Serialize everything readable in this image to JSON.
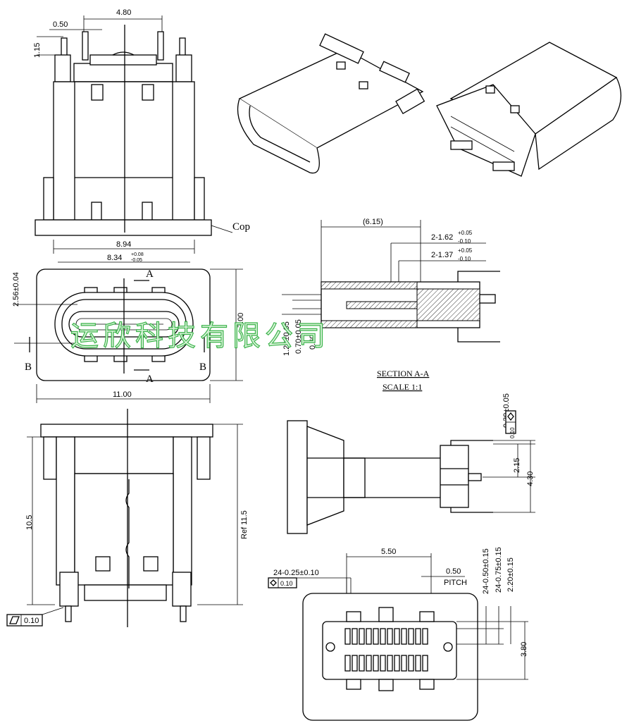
{
  "top_view": {
    "dim_width_top": "4.80",
    "dim_pitch_top": "0.50",
    "dim_height_top": "1.15",
    "cop_label": "Cop",
    "dim_width_bottom": "8.94",
    "dim_width_inner": "8.34",
    "dim_width_inner_tol_plus": "+0.08",
    "dim_width_inner_tol_minus": "-0.05"
  },
  "front_view": {
    "dim_height_left": "2.56±0.04",
    "dim_height_right": "7.00",
    "dim_width": "11.00",
    "section_a": "A",
    "section_b": "B"
  },
  "side_view": {
    "dim_left": "10.5",
    "dim_right": "Ref 11.5",
    "flatness": "0.10"
  },
  "section_view": {
    "dim_depth": "(6.15)",
    "dim_a": "2-1.62",
    "dim_a_tol_plus": "+0.05",
    "dim_a_tol_minus": "-0.10",
    "dim_b": "2-1.37",
    "dim_b_tol_plus": "+0.05",
    "dim_b_tol_minus": "-0.10",
    "dim_v1": "1.20±0.05",
    "dim_v2": "0.70±0.05",
    "dim_v3": "0.60",
    "title": "SECTION A-A",
    "scale": "SCALE 1:1"
  },
  "profile_view": {
    "dim_tol": "0.30±0.05",
    "tol_frame": "0.10",
    "dim_mid": "2.15",
    "dim_total": "4.30"
  },
  "footprint_view": {
    "dim_span": "5.50",
    "dim_pads": "24-0.25±0.10",
    "tol_frame": "0.10",
    "pitch_value": "0.50",
    "pitch_label": "PITCH",
    "dim_r1": "24-0.50±0.15",
    "dim_r2": "24-0.75±0.15",
    "dim_r3": "2.20±0.15",
    "dim_r4": "3.80"
  },
  "watermark": "运欣科技有限公司"
}
